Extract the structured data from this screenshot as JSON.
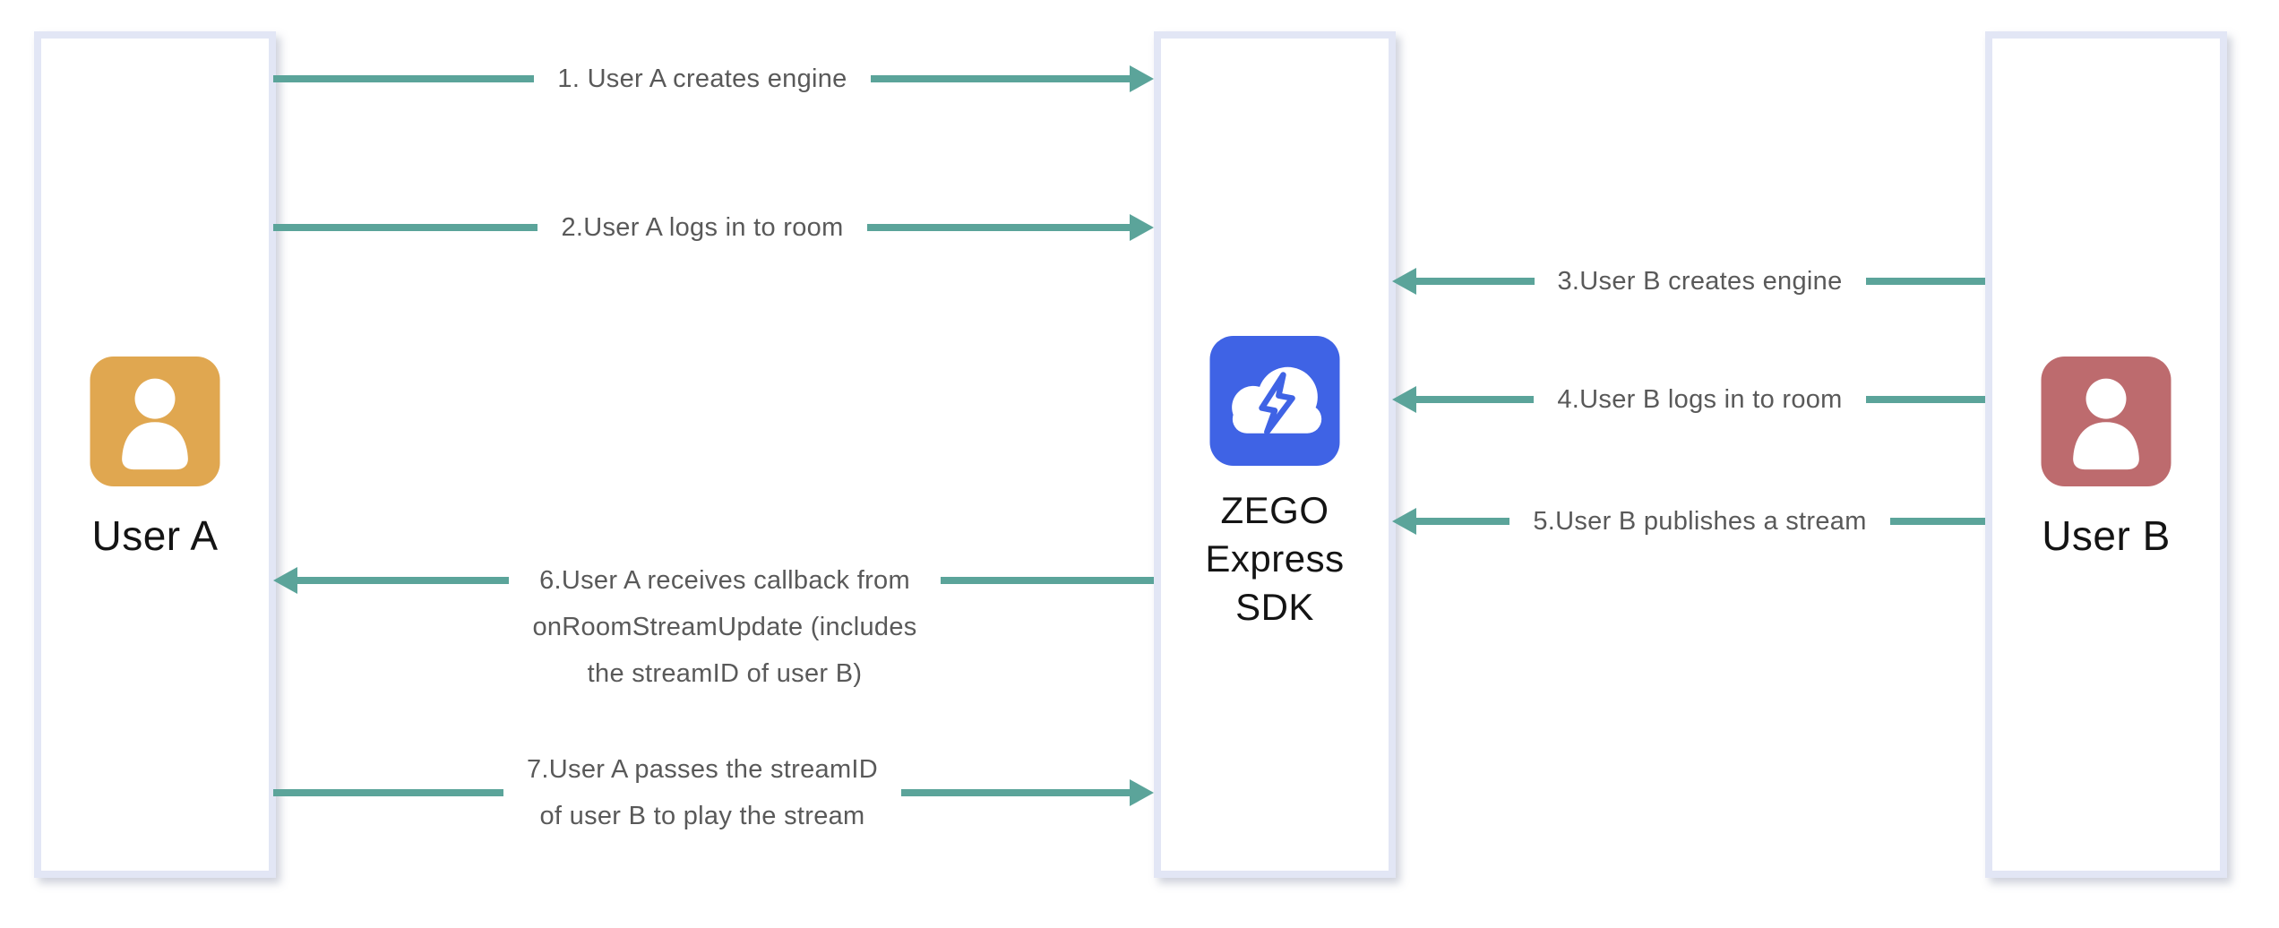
{
  "diagram": {
    "title": "ZEGO Express SDK stream publish/play sequence",
    "colors": {
      "arrow": "#5ba49a",
      "box_border": "#e2e6f5",
      "label_text": "#595959",
      "entity_text": "#141414",
      "user_a_icon": "#e0a750",
      "user_b_icon": "#bd6b6e",
      "sdk_icon": "#3f63e5"
    },
    "entities": [
      {
        "id": "user-a",
        "label": "User A",
        "icon": "person-icon",
        "icon_color": "#e0a750"
      },
      {
        "id": "zego-sdk",
        "label": "ZEGO Express SDK",
        "label_lines": [
          "ZEGO",
          "Express",
          "SDK"
        ],
        "icon": "cloud-lightning-icon",
        "icon_color": "#3f63e5"
      },
      {
        "id": "user-b",
        "label": "User B",
        "icon": "person-icon",
        "icon_color": "#bd6b6e"
      }
    ],
    "messages": [
      {
        "step": 1,
        "from": "user-a",
        "to": "zego-sdk",
        "direction": "right",
        "label": "1. User A creates engine"
      },
      {
        "step": 2,
        "from": "user-a",
        "to": "zego-sdk",
        "direction": "right",
        "label": "2.User A logs in to room"
      },
      {
        "step": 3,
        "from": "user-b",
        "to": "zego-sdk",
        "direction": "left",
        "label": "3.User B creates engine"
      },
      {
        "step": 4,
        "from": "user-b",
        "to": "zego-sdk",
        "direction": "left",
        "label": "4.User B logs in to room"
      },
      {
        "step": 5,
        "from": "user-b",
        "to": "zego-sdk",
        "direction": "left",
        "label": "5.User B publishes a stream"
      },
      {
        "step": 6,
        "from": "zego-sdk",
        "to": "user-a",
        "direction": "left",
        "label": "6.User A receives callback from onRoomStreamUpdate (includes the streamID of user B)",
        "lines": [
          "6.User A receives callback from",
          "onRoomStreamUpdate (includes",
          "the streamID of user B)"
        ]
      },
      {
        "step": 7,
        "from": "user-a",
        "to": "zego-sdk",
        "direction": "right",
        "label": "7.User A passes the streamID of user B to play the stream",
        "lines": [
          "7.User A passes the streamID",
          "of user B to play the stream"
        ]
      }
    ]
  }
}
